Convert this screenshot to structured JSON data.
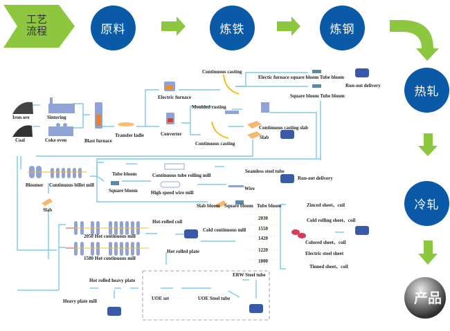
{
  "title": "工艺流程",
  "title_lines": [
    "工艺",
    "流程"
  ],
  "stages": [
    {
      "label": "原料"
    },
    {
      "label": "炼铁"
    },
    {
      "label": "炼钢"
    },
    {
      "label": "热轧"
    },
    {
      "label": "冷轧"
    },
    {
      "label": "产品"
    }
  ],
  "colors": {
    "stage_circle": "#0a5aa8",
    "arrow_green": "#8dc63f",
    "flow_line": "#7cc8ee",
    "equipment": "#8fa3d6"
  },
  "diagram": {
    "raw": {
      "iron_ore": "Iron ore",
      "sintering": "Sintering",
      "coal": "Coal",
      "coke_oven": "Coke oven"
    },
    "ironmaking": {
      "blast_furnace": "Blast furnace",
      "transfer_ladle": "Transfer ladle"
    },
    "steelmaking": {
      "electric_furnace": "Electric furnace",
      "converter": "Converter",
      "continuous_casting_top": "Continuous casting",
      "moulded_casting": "Moulded casting",
      "continuous_casting_bottom": "Continuous casting",
      "ef_square_bloom_tube_bloom": "Electic furnace square bloom Tube bloom",
      "square_bloom_tube_bloom": "Square bloom Tube bloom",
      "run_out_delivery_1": "Run-out delivery",
      "continuous_casting_slab": "Continuous casting slab",
      "slab": "Slab"
    },
    "billet": {
      "bloomer": "Bloomer",
      "continuous_billet_mill": "Continuous billet mill",
      "tube_bloom": "Tube bloom",
      "continuous_tube_rolling_mill": "Continuous tube rolling mill",
      "seamless_steel_tube": "Seamless steel tube",
      "run_out_delivery_2": "Run-out delivery",
      "square_bloom": "Square bloom",
      "high_speed_wire_mill": "High speed wire mill",
      "wire": "Wire",
      "slab": "Slab",
      "slab_bloom_row": [
        "Slab bloom",
        "Square bloom",
        "Tube bloom"
      ]
    },
    "hot_rolling": {
      "mill_2050": "2050 Hot continuous mill",
      "mill_1580": "1580 Hot continuous mill",
      "hot_rolled_coil": "Hot-rolled coil",
      "hot_rolled_plate": "Hot rolled plate",
      "cold_continuous_mill": "Cold continuous mill",
      "widths": [
        "2030",
        "1550",
        "1420",
        "1220",
        "1800"
      ]
    },
    "products": [
      "Zinced sheet、coil",
      "Cold rolling sheet、coil",
      "Colored sheet、coil",
      "Electric steel sheet",
      "Tinned sheet、coil"
    ],
    "plate": {
      "hot_rolled_heavy_plate": "Hot rolled heavy plate",
      "heavy_plate_mill": "Heavy plate mill",
      "uoe_set": "UOE set",
      "uoe_steel_tube": "UOE Steel tube",
      "erw_steel_tube": "ERW Steel tube"
    }
  }
}
